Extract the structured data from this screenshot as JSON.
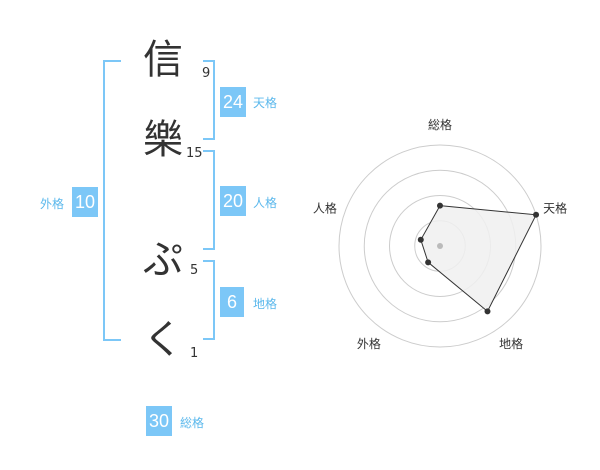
{
  "name": {
    "chars": [
      {
        "char": "信",
        "strokes": "9"
      },
      {
        "char": "樂",
        "strokes": "15"
      },
      {
        "char": "ぷ",
        "strokes": "5"
      },
      {
        "char": "く",
        "strokes": "1"
      }
    ]
  },
  "fortunes": {
    "tenkaku": {
      "value": "24",
      "label": "天格"
    },
    "jinkaku": {
      "value": "20",
      "label": "人格"
    },
    "chikaku": {
      "value": "6",
      "label": "地格"
    },
    "gaikaku": {
      "value": "10",
      "label": "外格"
    },
    "soukaku": {
      "value": "30",
      "label": "総格"
    }
  },
  "chart_data": {
    "type": "radar",
    "axes": [
      "総格",
      "天格",
      "地格",
      "外格",
      "人格"
    ],
    "values": [
      0.4,
      1.0,
      0.8,
      0.2,
      0.2
    ],
    "rings": 4,
    "colors": {
      "fill": "#f0f0f0",
      "line": "#333333",
      "ring": "#cccccc",
      "center": "#bbbbbb"
    }
  }
}
